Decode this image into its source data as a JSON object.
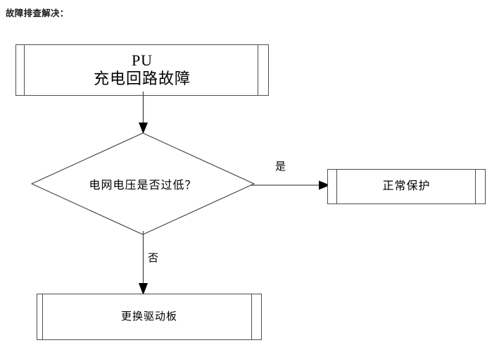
{
  "page": {
    "title": "故障排查解决："
  },
  "flowchart": {
    "type": "flowchart",
    "nodes": [
      {
        "id": "fault",
        "shape": "predefined-process",
        "label": "PU\n充电回路故障",
        "line1": "PU",
        "line2": "充电回路故障"
      },
      {
        "id": "decision",
        "shape": "decision-diamond",
        "label": "电网电压是否过低？"
      },
      {
        "id": "normal",
        "shape": "predefined-process",
        "label": "正常保护"
      },
      {
        "id": "replace",
        "shape": "predefined-process",
        "label": "更换驱动板"
      }
    ],
    "edges": [
      {
        "id": "e1",
        "from": "fault",
        "to": "decision",
        "label": "",
        "direction": "down"
      },
      {
        "id": "e2",
        "from": "decision",
        "to": "normal",
        "label": "是",
        "direction": "right"
      },
      {
        "id": "e3",
        "from": "decision",
        "to": "replace",
        "label": "否",
        "direction": "down"
      }
    ],
    "labels": {
      "yes": "是",
      "no": "否"
    },
    "colors": {
      "stroke": "#4d4d4d",
      "diamond_stroke": "#3c3c3c",
      "arrow": "#000000",
      "text": "#000000",
      "background": "#ffffff",
      "title_text": "#1a1a1a"
    }
  }
}
